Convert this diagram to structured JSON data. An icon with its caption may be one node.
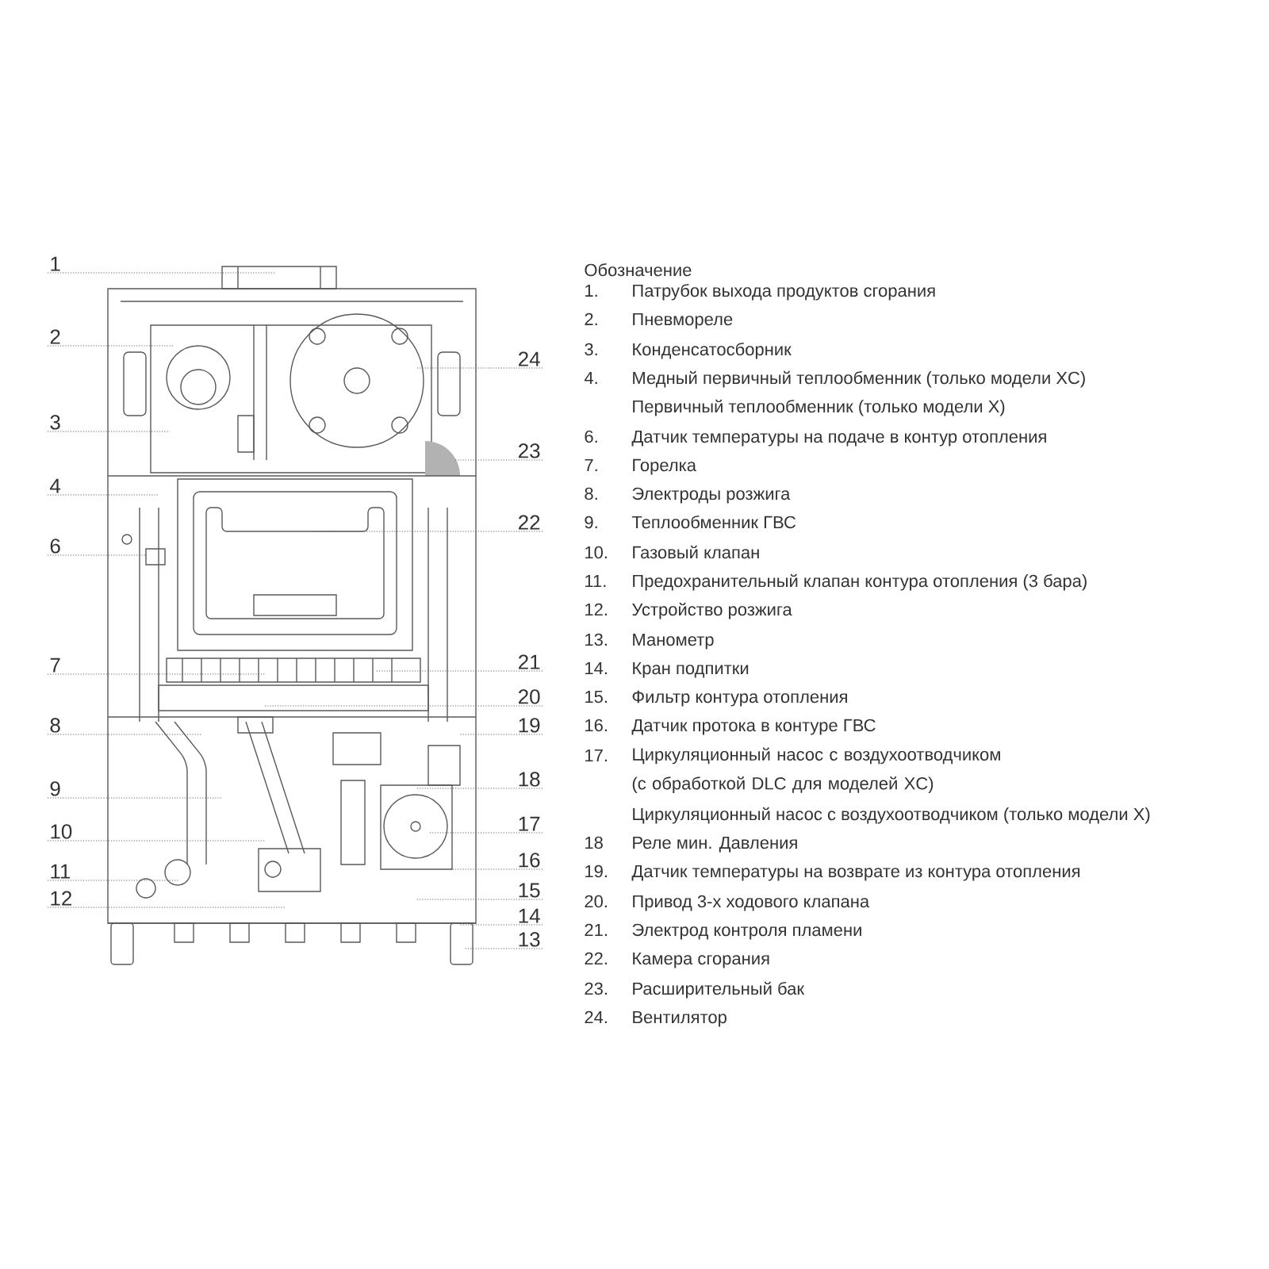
{
  "diagram": {
    "nodes": [
      {
        "text": [
          "1"
        ]
      },
      {
        "text": [
          "2"
        ]
      },
      {
        "text": [
          "3"
        ]
      },
      {
        "text": [
          "4"
        ]
      },
      {
        "text": [
          "6"
        ]
      },
      {
        "text": [
          "7"
        ]
      },
      {
        "text": [
          "8"
        ]
      },
      {
        "text": [
          "9"
        ]
      },
      {
        "text": [
          "10"
        ]
      },
      {
        "text": [
          "11"
        ]
      },
      {
        "text": [
          "12"
        ]
      },
      {
        "text": [
          "13"
        ]
      },
      {
        "text": [
          "14"
        ]
      },
      {
        "text": [
          "15"
        ]
      },
      {
        "text": [
          "16"
        ]
      },
      {
        "text": [
          "17"
        ]
      },
      {
        "text": [
          "18"
        ]
      },
      {
        "text": [
          "19"
        ]
      },
      {
        "text": [
          "20"
        ]
      },
      {
        "text": [
          "21"
        ]
      },
      {
        "text": [
          "22"
        ]
      },
      {
        "text": [
          "23"
        ]
      },
      {
        "text": [
          "24"
        ]
      }
    ],
    "edges": [
      {
        "from": 0,
        "to": null,
        "arrow": "none"
      },
      {
        "from": 1,
        "to": null,
        "arrow": "none"
      },
      {
        "from": 2,
        "to": null,
        "arrow": "none"
      },
      {
        "from": 3,
        "to": null,
        "arrow": "none"
      },
      {
        "from": 4,
        "to": null,
        "arrow": "none"
      },
      {
        "from": 5,
        "to": null,
        "arrow": "none"
      },
      {
        "from": 6,
        "to": null,
        "arrow": "none"
      },
      {
        "from": 7,
        "to": null,
        "arrow": "none"
      },
      {
        "from": 8,
        "to": null,
        "arrow": "none"
      },
      {
        "from": 9,
        "to": null,
        "arrow": "none"
      },
      {
        "from": 10,
        "to": null,
        "arrow": "none"
      },
      {
        "from": 11,
        "to": null,
        "arrow": "none"
      },
      {
        "from": 12,
        "to": null,
        "arrow": "none"
      },
      {
        "from": 13,
        "to": null,
        "arrow": "none"
      },
      {
        "from": 14,
        "to": null,
        "arrow": "none"
      },
      {
        "from": 15,
        "to": null,
        "arrow": "none"
      },
      {
        "from": 16,
        "to": null,
        "arrow": "none"
      },
      {
        "from": 17,
        "to": null,
        "arrow": "none"
      },
      {
        "from": 18,
        "to": null,
        "arrow": "none"
      },
      {
        "from": 19,
        "to": null,
        "arrow": "none"
      },
      {
        "from": 20,
        "to": null,
        "arrow": "none"
      },
      {
        "from": 21,
        "to": null,
        "arrow": "none"
      },
      {
        "from": 22,
        "to": null,
        "arrow": "none"
      }
    ],
    "labels": [
      "Обозначение",
      "1.",
      "Патрубок выхода продуктов сгорания",
      "2.",
      "Пневмореле",
      "3.",
      "Конденсатосборник",
      "4.",
      "Медный первичный теплообменник (только модели XC)",
      "Первичный теплообменник (только модели X)",
      "6.",
      "Датчик температуры на подаче в контур отопления",
      "7.",
      "Горелка",
      "8.",
      "Электроды розжига",
      "9.",
      "Теплообменник ГВС",
      "10.",
      "Газовый клапан",
      "11.",
      "Предохранительный клапан контура отопления (3 бара)",
      "12.",
      "Устройство розжига",
      "13.",
      "Манометр",
      "14.",
      "Кран подпитки",
      "15.",
      "Фильтр контура отопления",
      "16.",
      "Датчик протока в контуре ГВС",
      "17.",
      "Циркуляционный насос с воздухоотводчиком (с обработкой DLC для моделей XC)",
      "Циркуляционный насос с воздухоотводчиком (только модели X)",
      "18",
      "Реле мин. Давления",
      "19.",
      "Датчик температуры на возврате из контура отопления",
      "20.",
      "Привод 3-х ходового клапана",
      "21.",
      "Электрод контроля пламени",
      "22.",
      "Камера сгорания",
      "23.",
      "Расширительный бак",
      "24.",
      "Вентилятор"
    ]
  }
}
